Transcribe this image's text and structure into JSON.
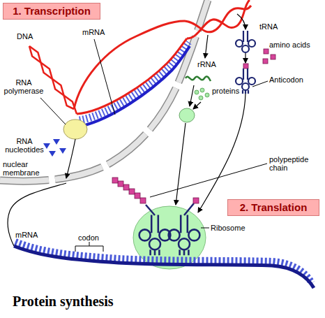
{
  "diagram": {
    "title": "Protein synthesis",
    "nodes": [
      {
        "text": [
          "1. Transcription"
        ]
      },
      {
        "text": [
          "2. Translation"
        ]
      }
    ],
    "labels": [
      "DNA",
      "mRNA",
      "tRNA",
      "amino acids",
      "rRNA",
      "Anticodon",
      "RNA polymerase",
      "proteins",
      "RNA nucleotides",
      "polypeptide chain",
      "nuclear membrane",
      "Ribosome",
      "mRNA",
      "codon"
    ]
  }
}
